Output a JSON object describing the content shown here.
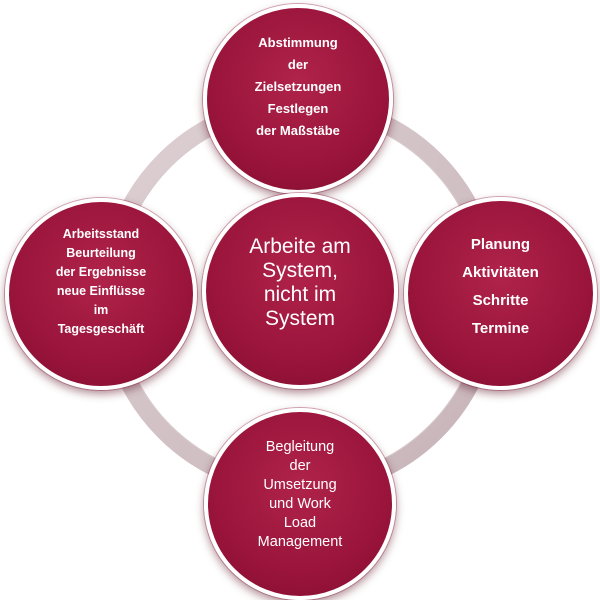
{
  "colors": {
    "circle_fill": "#98133a",
    "ring": "#d2c3c7",
    "text": "#ffffff"
  },
  "diagram": {
    "center": {
      "lines": [
        "Arbeite am",
        "System,",
        "nicht im",
        "System"
      ]
    },
    "top": {
      "lines": [
        "Abstimmung",
        "der",
        "Zielsetzungen",
        "Festlegen",
        "der Maßstäbe"
      ]
    },
    "right": {
      "lines": [
        "Planung",
        "Aktivitäten",
        "Schritte",
        "Termine"
      ]
    },
    "bottom": {
      "lines": [
        "Begleitung",
        "der",
        "Umsetzung",
        "und Work",
        "Load",
        "Management"
      ]
    },
    "left": {
      "lines": [
        "Arbeitsstand",
        "Beurteilung",
        "der Ergebnisse",
        "neue Einflüsse",
        "im",
        "Tagesgeschäft"
      ]
    }
  }
}
